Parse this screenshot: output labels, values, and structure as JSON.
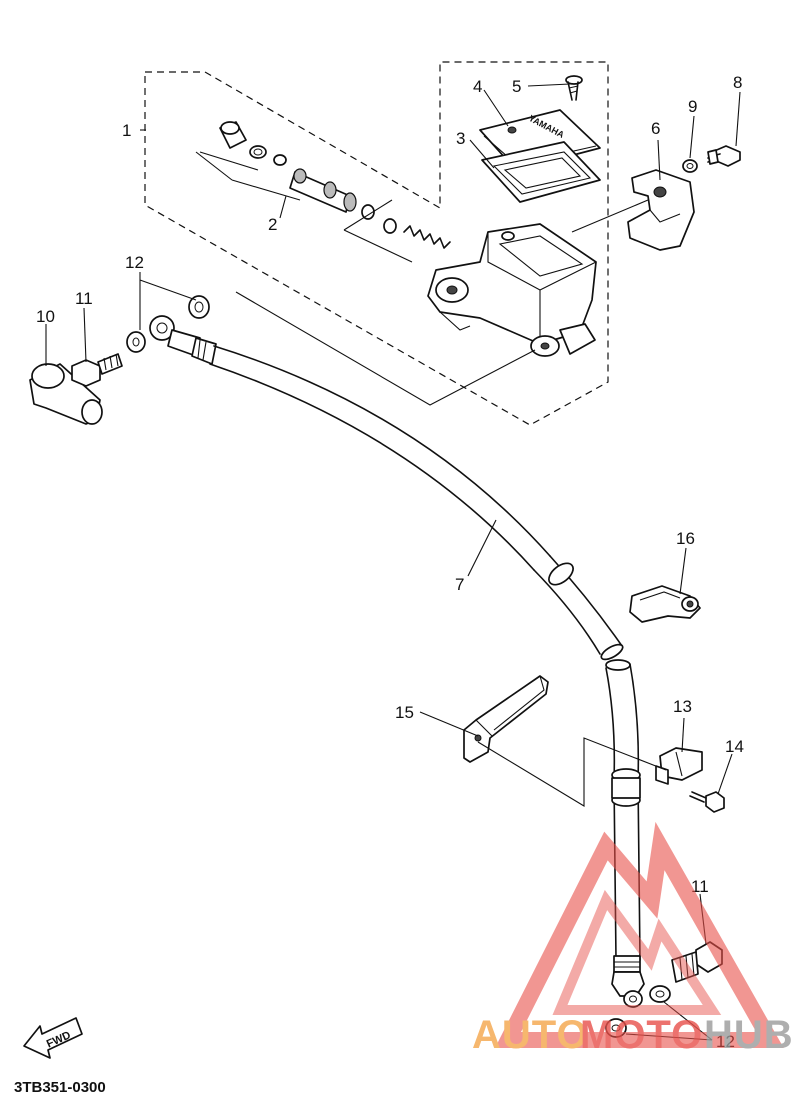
{
  "diagram": {
    "callouts": {
      "c1": "1",
      "c2": "2",
      "c3": "3",
      "c4": "4",
      "c5": "5",
      "c6": "6",
      "c7": "7",
      "c8": "8",
      "c9": "9",
      "c10": "10",
      "c11a": "11",
      "c11b": "11",
      "c12a": "12",
      "c12b": "12",
      "c13": "13",
      "c14": "14",
      "c15": "15",
      "c16": "16"
    },
    "cap_marking": "YAMAHA",
    "fwd_label": "FWD",
    "part_code": "3TB351-0300"
  },
  "watermark": {
    "part1": "AUTO",
    "part2": "MOTO",
    "part3": "HUB",
    "colors": {
      "orange": "#f4a64a",
      "red": "#e8504a",
      "gray": "#9a9a9a"
    }
  }
}
